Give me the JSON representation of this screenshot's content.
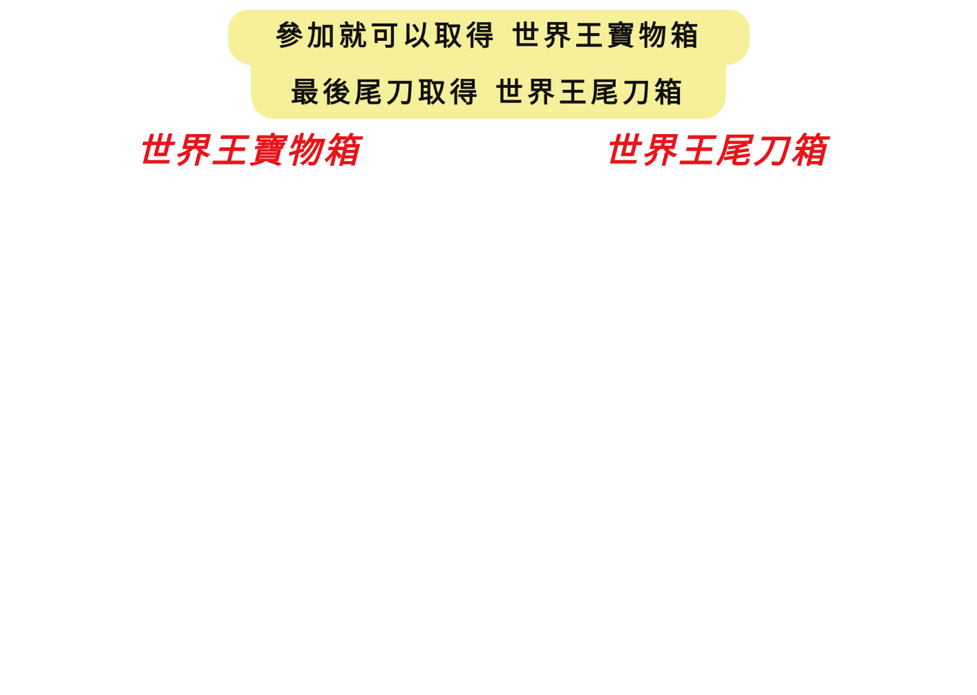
{
  "colors": {
    "bubble_background": "#f6f09a",
    "headline_text": "#111111",
    "title_red": "#e8141a",
    "page_background": "#ffffff"
  },
  "banner": {
    "line1": "參加就可以取得 世界王寶物箱",
    "line2": "最後尾刀取得 世界王尾刀箱"
  },
  "titles": {
    "left": "世界王寶物箱",
    "right": "世界王尾刀箱"
  }
}
